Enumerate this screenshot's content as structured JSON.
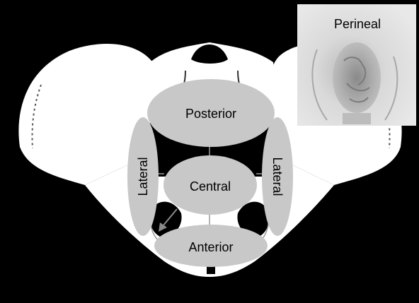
{
  "diagram": {
    "regions": {
      "posterior": "Posterior",
      "central": "Central",
      "anterior": "Anterior",
      "lateral_left": "Lateral",
      "lateral_right": "Lateral"
    },
    "inset": {
      "label": "Perineal"
    },
    "colors": {
      "background": "#000000",
      "bone": "#ffffff",
      "region_fill": "#c8c8c8",
      "inset_fill": "#cfcfcf",
      "outline": "#909090"
    }
  }
}
